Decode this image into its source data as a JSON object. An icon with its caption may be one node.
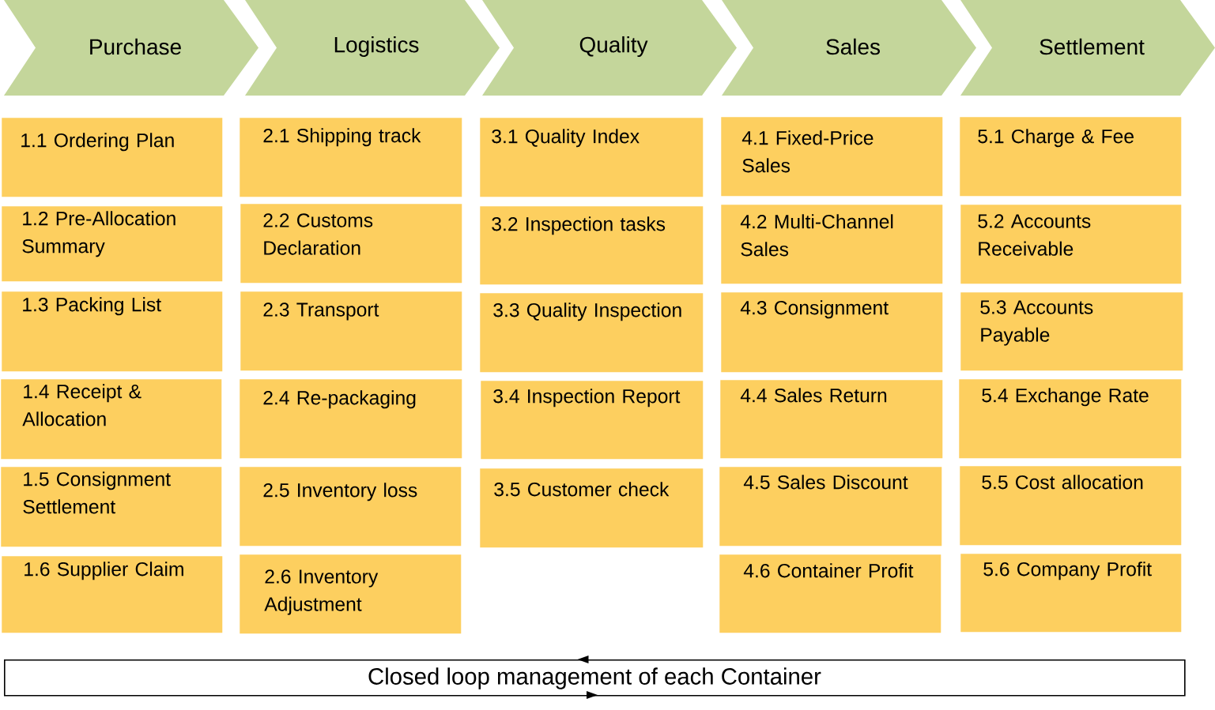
{
  "diagram": {
    "nodes": [
      {
        "text": [
          "Purchase"
        ]
      },
      {
        "text": [
          "Logistics"
        ]
      },
      {
        "text": [
          "Quality"
        ]
      },
      {
        "text": [
          "Sales"
        ]
      },
      {
        "text": [
          "Settlement"
        ]
      },
      {
        "text": [
          "1.1 Ordering Plan"
        ]
      },
      {
        "text": [
          "1.2 Pre-Allocation Summary"
        ]
      },
      {
        "text": [
          "1.3 Packing List"
        ]
      },
      {
        "text": [
          "1.4 Receipt & Allocation"
        ]
      },
      {
        "text": [
          "1.5 Consignment Settlement"
        ]
      },
      {
        "text": [
          "1.6 Supplier Claim"
        ]
      },
      {
        "text": [
          "2.1 Shipping track"
        ]
      },
      {
        "text": [
          "2.2 Customs Declaration"
        ]
      },
      {
        "text": [
          "2.3 Transport"
        ]
      },
      {
        "text": [
          "2.4 Re-packaging"
        ]
      },
      {
        "text": [
          "2.5 Inventory loss"
        ]
      },
      {
        "text": [
          "2.6 Inventory Adjustment"
        ]
      },
      {
        "text": [
          "3.1 Quality Index"
        ]
      },
      {
        "text": [
          "3.2 Inspection tasks"
        ]
      },
      {
        "text": [
          "3.3 Quality Inspection"
        ]
      },
      {
        "text": [
          "3.4 Inspection Report"
        ]
      },
      {
        "text": [
          "3.5 Customer check"
        ]
      },
      {
        "text": [
          "4.1 Fixed-Price Sales"
        ]
      },
      {
        "text": [
          "4.2 Multi-Channel Sales"
        ]
      },
      {
        "text": [
          "4.3 Consignment"
        ]
      },
      {
        "text": [
          "4.4 Sales Return"
        ]
      },
      {
        "text": [
          "4.5 Sales Discount"
        ]
      },
      {
        "text": [
          "4.6 Container Profit"
        ]
      },
      {
        "text": [
          "5.1 Charge & Fee"
        ]
      },
      {
        "text": [
          "5.2 Accounts Receivable"
        ]
      },
      {
        "text": [
          "5.3 Accounts Payable"
        ]
      },
      {
        "text": [
          "5.4 Exchange Rate"
        ]
      },
      {
        "text": [
          "5.5 Cost allocation"
        ]
      },
      {
        "text": [
          "5.6 Company Profit"
        ]
      },
      {
        "text": [
          "Closed loop management of each Container"
        ]
      }
    ]
  }
}
